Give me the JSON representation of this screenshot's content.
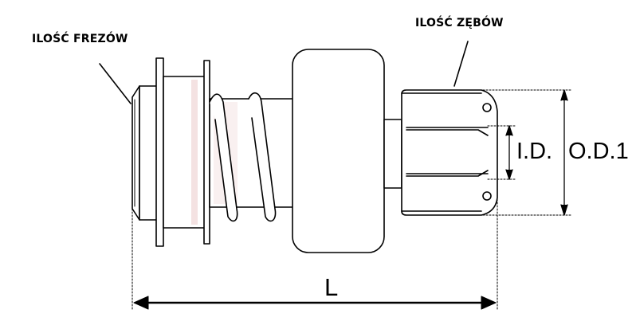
{
  "labels": {
    "frezow": "ILOŚĆ FREZÓW",
    "zebow": "ILOŚĆ ZĘBÓW",
    "inner_diameter": "I.D.",
    "outer_diameter": "O.D.1",
    "length": "L"
  },
  "colors": {
    "line": "#000000",
    "fill": "#ffffff",
    "shade": "#f4e2e2"
  }
}
